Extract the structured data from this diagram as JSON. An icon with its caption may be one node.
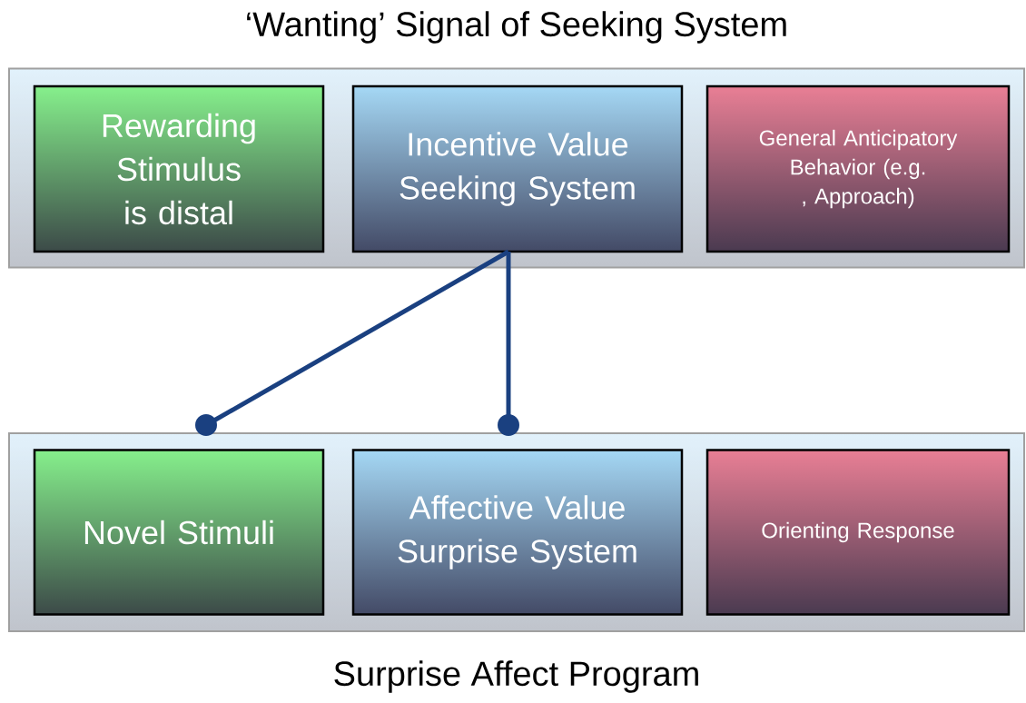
{
  "diagram": {
    "nodes": [
      {
        "text": [
          "‘Wanting’ Signal of Seeking System"
        ]
      },
      {
        "text": [
          "Rewarding Stimulus is distal"
        ],
        "in": 0
      },
      {
        "text": [
          "Incentive Value Seeking System"
        ],
        "in": 0
      },
      {
        "text": [
          "General Anticipatory Behavior (e.g. , Approach)"
        ],
        "in": 0
      },
      {
        "text": [
          "Surprise Affect Program"
        ]
      },
      {
        "text": [
          "Novel Stimuli"
        ],
        "in": 4
      },
      {
        "text": [
          "Affective Value Surprise System"
        ],
        "in": 4
      },
      {
        "text": [
          "Orienting Response"
        ],
        "in": 4
      }
    ],
    "edges": [
      {
        "from": 2,
        "to": 5,
        "arrow": "other"
      },
      {
        "from": 2,
        "to": 6,
        "arrow": "other"
      }
    ]
  }
}
